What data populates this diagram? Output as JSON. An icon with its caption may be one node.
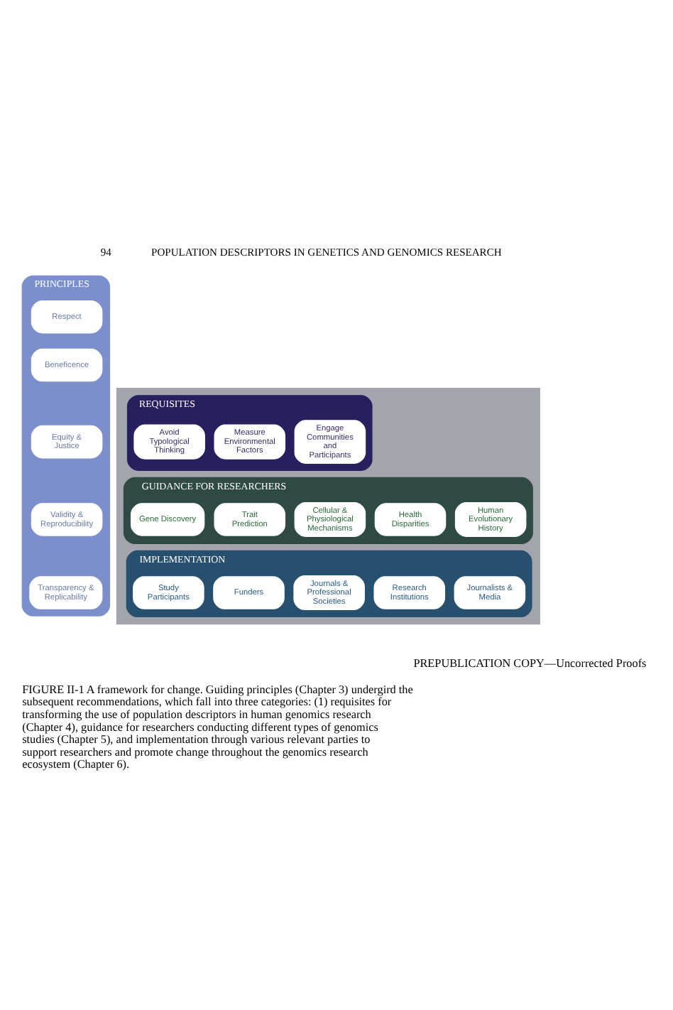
{
  "diagram": {
    "caption": "FIGURE II-1 A framework for change. Guiding principles (Chapter 3) undergird the subsequent recommendations, which fall into three categories: (1) requisites for transforming the use of population descriptors in human genomics research (Chapter 4), guidance for researchers conducting different types of genomics studies (Chapter 5), and implementation through various relevant parties to support researchers and promote change throughout the genomics research ecosystem (Chapter 6).",
    "nodes": [
      {
        "text": [
          "PRINCIPLES"
        ]
      },
      {
        "text": [
          "Respect"
        ],
        "in": 0
      },
      {
        "text": [
          "Beneficence"
        ],
        "in": 0
      },
      {
        "text": [
          "Equity & Justice"
        ],
        "in": 0
      },
      {
        "text": [
          "Validity & Reproducibility"
        ],
        "in": 0
      },
      {
        "text": [
          "Transparency & Replicability"
        ],
        "in": 0
      },
      {
        "text": [],
        "shape": "box"
      },
      {
        "text": [
          "REQUISITES"
        ],
        "in": 6
      },
      {
        "text": [
          "Avoid Typological Thinking"
        ],
        "in": 7
      },
      {
        "text": [
          "Measure Environmental Factors"
        ],
        "in": 7
      },
      {
        "text": [
          "Engage Communities and Participants"
        ],
        "in": 7
      },
      {
        "text": [
          "GUIDANCE FOR RESEARCHERS"
        ],
        "in": 6
      },
      {
        "text": [
          "Gene Discovery"
        ],
        "in": 11
      },
      {
        "text": [
          "Trait Prediction"
        ],
        "in": 11
      },
      {
        "text": [
          "Cellular & Physiological Mechanisms"
        ],
        "in": 11
      },
      {
        "text": [
          "Health Disparities"
        ],
        "in": 11
      },
      {
        "text": [
          "Human Evolutionary History"
        ],
        "in": 11
      },
      {
        "text": [
          "IMPLEMENTATION"
        ],
        "in": 6
      },
      {
        "text": [
          "Study Participants"
        ],
        "in": 17
      },
      {
        "text": [
          "Funders"
        ],
        "in": 17
      },
      {
        "text": [
          "Journals & Professional Societies"
        ],
        "in": 17
      },
      {
        "text": [
          "Research Institutions"
        ],
        "in": 17
      },
      {
        "text": [
          "Journalists & Media"
        ],
        "in": 17
      }
    ],
    "labels": [
      "94",
      "POPULATION DESCRIPTORS IN GENETICS AND GENOMICS RESEARCH",
      "PREPUBLICATION COPY—Uncorrected Proofs"
    ]
  }
}
